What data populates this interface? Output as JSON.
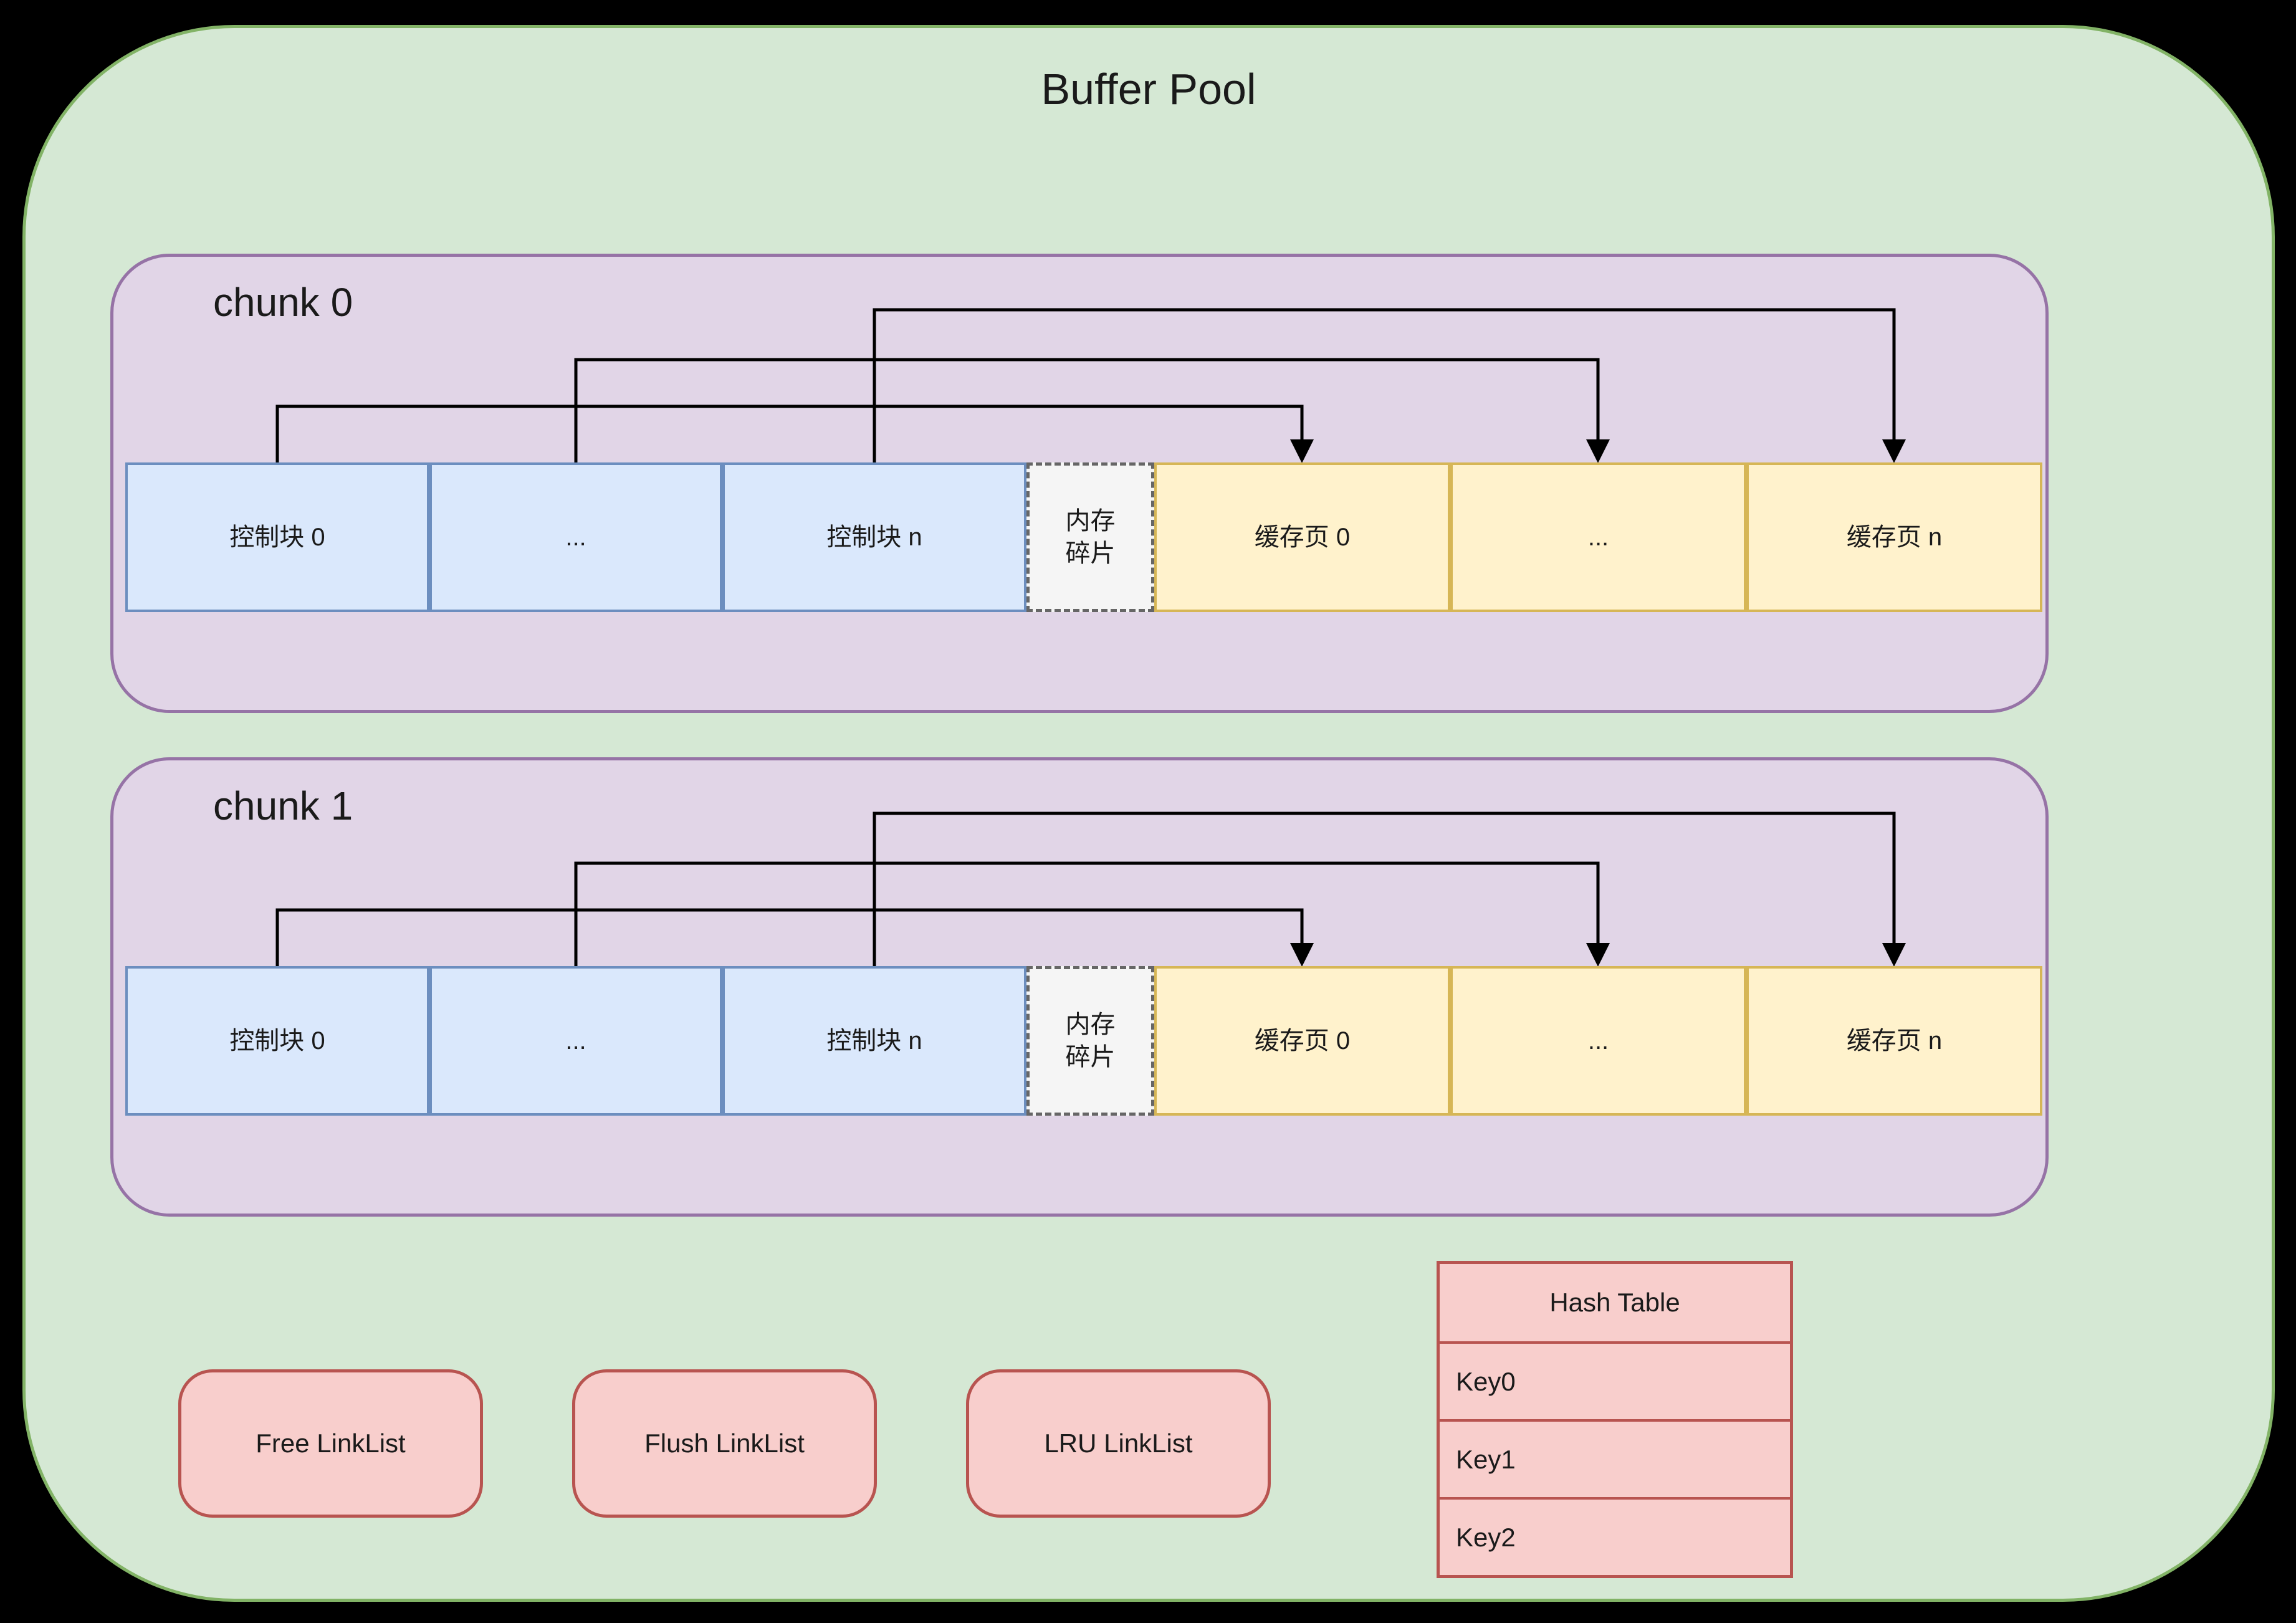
{
  "title": "Buffer Pool",
  "chunks": [
    {
      "label": "chunk 0",
      "blocks": [
        "控制块 0",
        "...",
        "控制块 n"
      ],
      "fragment_lines": [
        "内存",
        "碎片"
      ],
      "pages": [
        "缓存页 0",
        "...",
        "缓存页 n"
      ]
    },
    {
      "label": "chunk 1",
      "blocks": [
        "控制块 0",
        "...",
        "控制块 n"
      ],
      "fragment_lines": [
        "内存",
        "碎片"
      ],
      "pages": [
        "缓存页 0",
        "...",
        "缓存页 n"
      ]
    }
  ],
  "linklists": [
    {
      "label": "Free LinkList"
    },
    {
      "label": "Flush LinkList"
    },
    {
      "label": "LRU LinkList"
    }
  ],
  "hash_table": {
    "title": "Hash Table",
    "keys": [
      "Key0",
      "Key1",
      "Key2"
    ]
  },
  "colors": {
    "background": "#000000",
    "pool_fill": "#d5e8d4",
    "pool_stroke": "#82b366",
    "chunk_fill": "#e1d5e7",
    "chunk_stroke": "#9673a6",
    "control_block_fill": "#dae8fc",
    "control_block_stroke": "#6c8ebf",
    "cache_page_fill": "#fff2cc",
    "cache_page_stroke": "#d6b656",
    "fragment_fill": "#f5f5f5",
    "fragment_stroke": "#666666",
    "linklist_fill": "#f8cecc",
    "linklist_stroke": "#b85450",
    "connector": "#000000",
    "text": "#1a1a1a"
  }
}
